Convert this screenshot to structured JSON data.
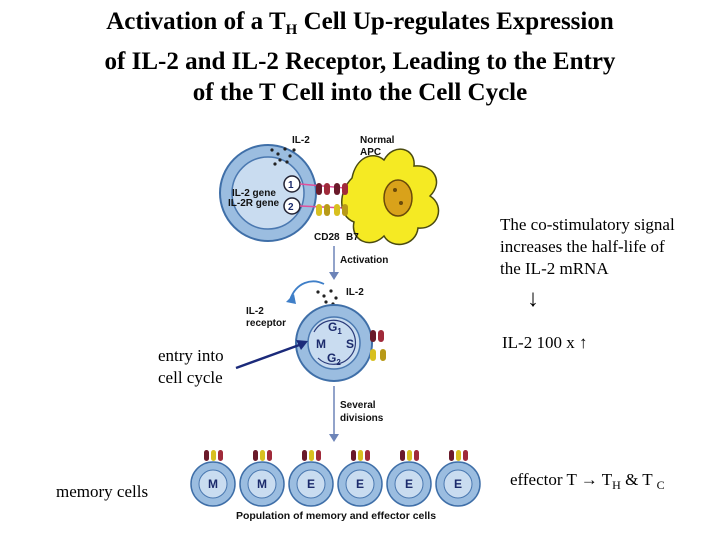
{
  "title": {
    "line1_pre": "Activation of a T",
    "line1_sub": "H",
    "line1_post": " Cell Up-regulates Expression",
    "line2": "of IL-2 and IL-2 Receptor, Leading to the Entry",
    "line3": "of the T Cell into the Cell Cycle"
  },
  "notes": {
    "costim_line1": "The co-stimulatory signal",
    "costim_line2": "increases the half-life of",
    "costim_line3": "the IL-2 mRNA",
    "down_arrow": "↓",
    "il2_increase": "IL-2  100 x  ↑",
    "entry_line1": "entry into",
    "entry_line2": "cell cycle",
    "memory_cells": "memory cells",
    "effector_pre": "effector T → T",
    "effector_sub1": "H",
    "effector_mid": " & T ",
    "effector_sub2": "C"
  },
  "figure": {
    "il2_top": "IL-2",
    "normal_apc_1": "Normal",
    "normal_apc_2": "APC",
    "il2_gene": "IL-2 gene",
    "il2r_gene": "IL-2R gene",
    "marker1": "1",
    "marker2": "2",
    "cd28": "CD28",
    "b7": "B7",
    "activation": "Activation",
    "il2_mid": "IL-2",
    "il2_receptor_1": "IL-2",
    "il2_receptor_2": "receptor",
    "phase_g1": "G",
    "phase_g1_sub": "1",
    "phase_m": "M",
    "phase_s": "S",
    "phase_g2": "G",
    "phase_g2_sub": "2",
    "several_1": "Several",
    "several_2": "divisions",
    "cells": [
      "M",
      "M",
      "E",
      "E",
      "E",
      "E"
    ],
    "population": "Population of memory and effector cells"
  }
}
